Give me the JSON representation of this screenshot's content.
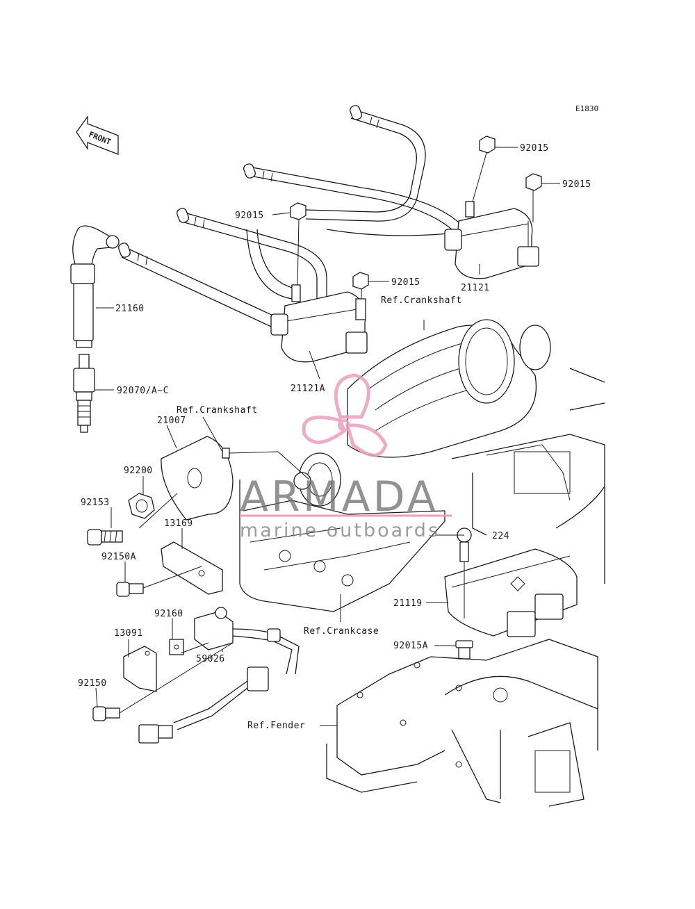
{
  "diagram": {
    "code": "E1830",
    "direction_label": "FRONT",
    "labels": {
      "p92015_a": "92015",
      "p92015_b": "92015",
      "p92015_c": "92015",
      "p92015_d": "92015",
      "p21121": "21121",
      "p21121A": "21121A",
      "p21160": "21160",
      "p92070": "92070/A~C",
      "p21007": "21007",
      "p92200": "92200",
      "p92153": "92153",
      "p13169": "13169",
      "p92150A": "92150A",
      "p92160": "92160",
      "p13091": "13091",
      "p92150": "92150",
      "p59026": "59026",
      "p224": "224",
      "p21119": "21119",
      "p92015A": "92015A",
      "ref_crankshaft_1": "Ref.Crankshaft",
      "ref_crankshaft_2": "Ref.Crankshaft",
      "ref_crankcase": "Ref.Crankcase",
      "ref_fender": "Ref.Fender"
    }
  },
  "watermark": {
    "brand": "ARMADA",
    "tagline": "marine outboards",
    "accent_color": "#e8a0bd"
  }
}
